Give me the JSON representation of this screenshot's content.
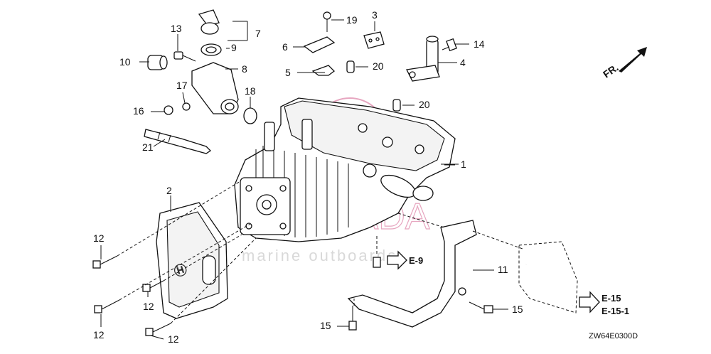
{
  "diagram": {
    "callouts": [
      "1",
      "2",
      "3",
      "4",
      "5",
      "6",
      "7",
      "8",
      "9",
      "10",
      "11",
      "12",
      "12",
      "12",
      "12",
      "13",
      "14",
      "15",
      "15",
      "16",
      "17",
      "18",
      "19",
      "20",
      "20",
      "21"
    ],
    "references": [
      "E-9",
      "E-15",
      "E-15-1"
    ],
    "direction_label": "FR.",
    "drawing_code": "ZW64E0300D",
    "watermark": {
      "brand": "ARMADA",
      "tagline": "marine outboards",
      "color": "#e7a6c0"
    }
  }
}
